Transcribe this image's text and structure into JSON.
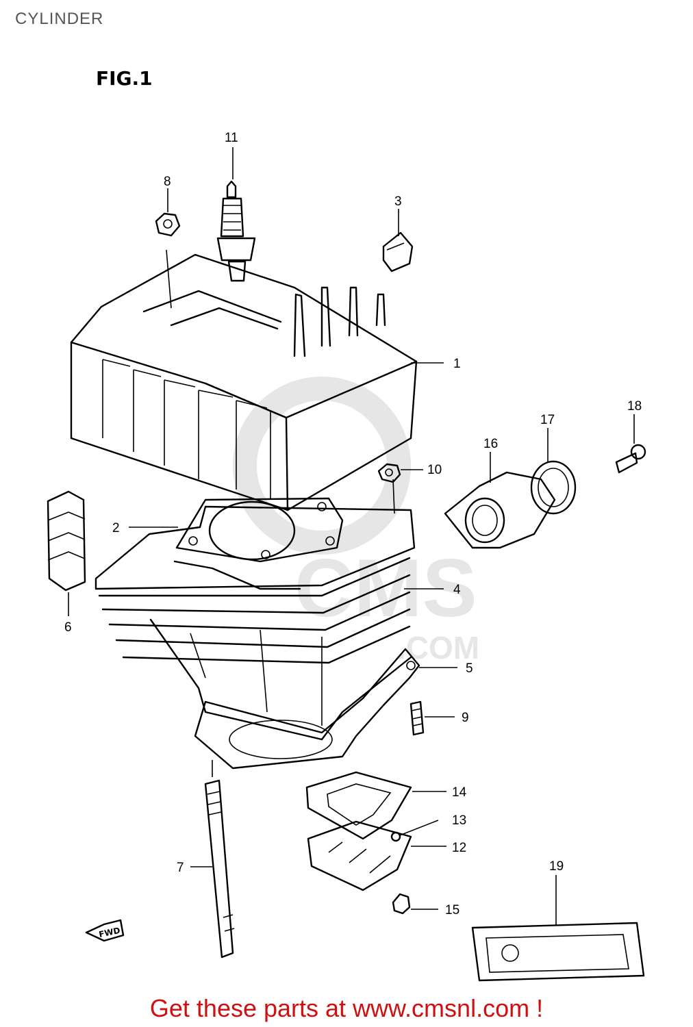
{
  "header": {
    "title": "CYLINDER",
    "figure": "FIG.1"
  },
  "footer": {
    "text": "Get these parts at www.cmsnl.com !"
  },
  "watermark": {
    "text": "CMS",
    "domain": ".COM"
  },
  "direction_marker": {
    "text": "FWD"
  },
  "callouts": [
    "1",
    "2",
    "3",
    "4",
    "5",
    "6",
    "7",
    "8",
    "9",
    "10",
    "11",
    "12",
    "13",
    "14",
    "15",
    "16",
    "17",
    "18",
    "19"
  ],
  "colors": {
    "footer": "#d01010",
    "title": "#555555",
    "watermark": "#e6e6e6"
  }
}
